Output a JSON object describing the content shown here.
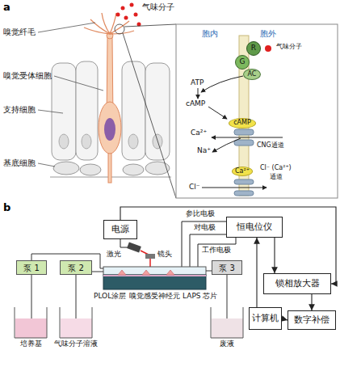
{
  "diagram": {
    "nodes": [
      {
        "text": [
          "R"
        ]
      },
      {
        "text": [
          "G"
        ]
      },
      {
        "text": [
          "AC"
        ]
      },
      {
        "text": [
          "cAMP"
        ]
      },
      {
        "text": [
          "Ca²⁺"
        ]
      },
      {
        "text": [
          "电源"
        ]
      },
      {
        "text": [
          "恒电位仪"
        ]
      },
      {
        "text": [
          "泵 1"
        ]
      },
      {
        "text": [
          "泵 2"
        ]
      },
      {
        "text": [
          "泵 3"
        ]
      },
      {
        "text": [
          "锁相放大器"
        ]
      },
      {
        "text": [
          "计算机"
        ]
      },
      {
        "text": [
          "数字补偿"
        ]
      }
    ],
    "edges": [
      {
        "from": 5,
        "to": 10,
        "arrow": "to"
      },
      {
        "from": 6,
        "to": 10,
        "arrow": "to"
      },
      {
        "from": 11,
        "to": 6,
        "arrow": "to"
      },
      {
        "from": 11,
        "to": 12,
        "arrow": "to"
      },
      {
        "from": 10,
        "to": 12,
        "arrow": "to"
      }
    ],
    "labels": [
      "a",
      "气味分子",
      "嗅觉纤毛",
      "嗅觉受体细胞",
      "支持细胞",
      "基底细胞",
      "胞内",
      "胞外",
      "气味分子",
      "ATP",
      "cAMP",
      "Ca²⁺",
      "Na⁺",
      "CNG通道",
      "Cl⁻",
      "Cl⁻ (Ca²⁺)",
      "通道",
      "b",
      "参比电极",
      "对电极",
      "激光",
      "镜头",
      "工作电极",
      "PLOL涂层",
      "嗅觉感受神经元",
      "LAPS 芯片",
      "培养基",
      "气味分子溶液",
      "废液"
    ]
  }
}
